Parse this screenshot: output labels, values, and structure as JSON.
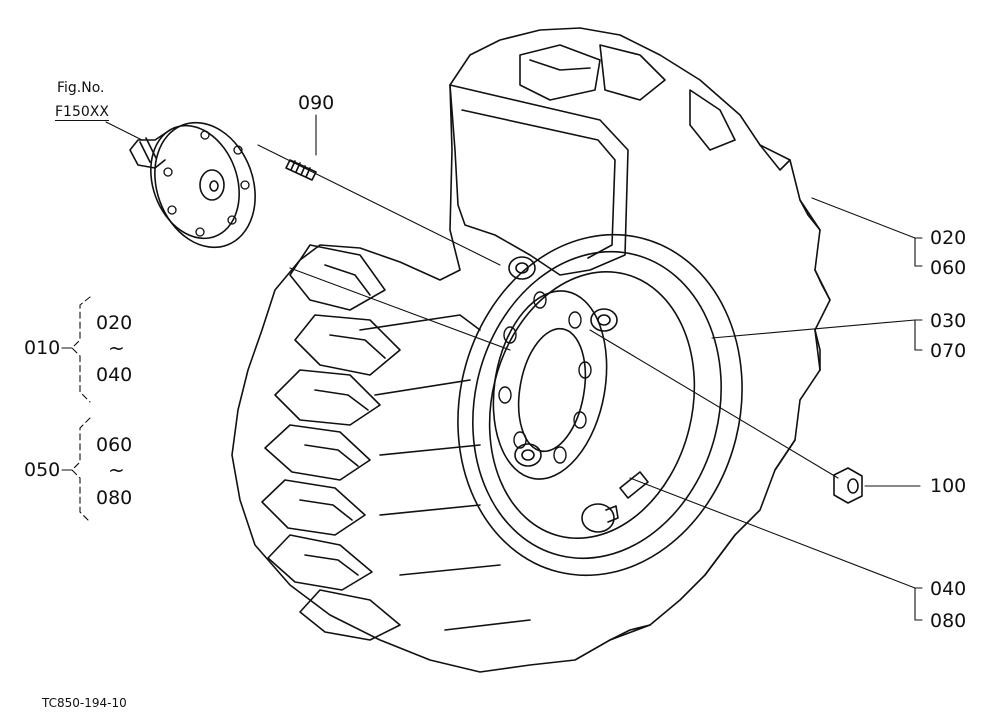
{
  "reference": {
    "fig_label": "Fig.No.",
    "fig_number": "F150XX"
  },
  "callouts": {
    "c090": "090",
    "c020a": "020",
    "c060a": "060",
    "c030": "030",
    "c070": "070",
    "c100": "100",
    "c040a": "040",
    "c080a": "080"
  },
  "groups": {
    "g010": {
      "id": "010",
      "from": "020",
      "range": "~",
      "to": "040"
    },
    "g050": {
      "id": "050",
      "from": "060",
      "range": "~",
      "to": "080"
    }
  },
  "drawing_code": "TC850-194-10"
}
